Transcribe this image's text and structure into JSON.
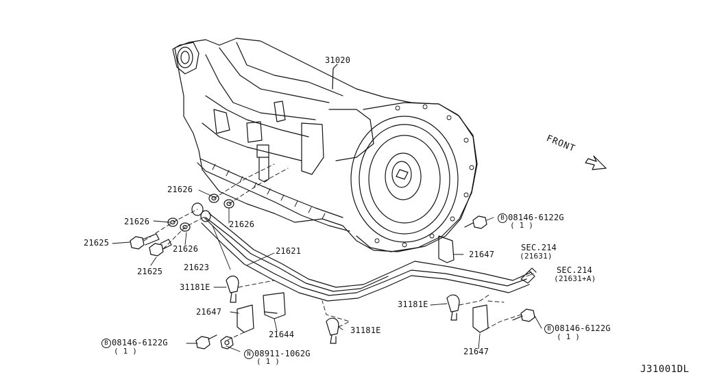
{
  "diagram": {
    "callouts": {
      "transmission": "31020",
      "washer_top": "21626",
      "washer_left": "21626",
      "washer_mid": "21626",
      "washer_low": "21626",
      "union_bolt_a": "21625",
      "union_bolt_b": "21625",
      "tube_left": "21623",
      "tube_right": "21621",
      "clamp_upper": "31181E",
      "clamp_mid": "31181E",
      "clamp_right": "31181E",
      "bracket_upper": "21647",
      "bracket_left": "21647",
      "bracket_right": "21647",
      "bracket_small": "21644",
      "bolt_top": {
        "code": "08146-6122G",
        "qty": "( 1 )",
        "prefix": "B"
      },
      "bolt_left": {
        "code": "08146-6122G",
        "qty": "( 1 )",
        "prefix": "B"
      },
      "bolt_right": {
        "code": "08146-6122G",
        "qty": "( 1 )",
        "prefix": "B"
      },
      "nut_left": {
        "code": "08911-1062G",
        "qty": "( 1 )",
        "prefix": "N"
      },
      "sec_a": {
        "line1": "SEC.214",
        "line2": "(21631)"
      },
      "sec_b": {
        "line1": "SEC.214",
        "line2": "(21631+A)"
      }
    },
    "front_label": "FRONT",
    "doc_id": "J31001DL"
  }
}
